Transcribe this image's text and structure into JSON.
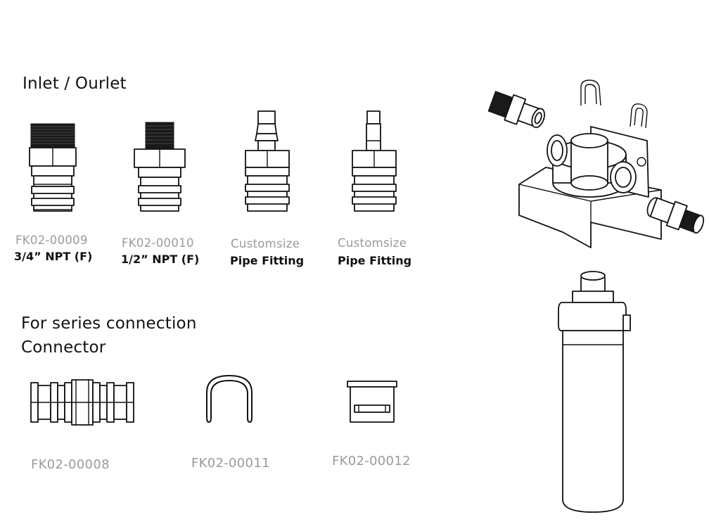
{
  "sections": {
    "inlet_outlet": {
      "title": "Inlet / Ourlet"
    },
    "series": {
      "title_line1": "For series connection",
      "title_line2": "Connector"
    }
  },
  "parts": {
    "p1": {
      "code": "FK02-00009",
      "desc": "3/4” NPT (F)"
    },
    "p2": {
      "code": "FK02-00010",
      "desc": "1/2” NPT (F)"
    },
    "p3": {
      "code": "Customsize",
      "desc": "Pipe Fitting"
    },
    "p4": {
      "code": "Customsize",
      "desc": "Pipe Fitting"
    },
    "c1": {
      "code": "FK02-00008"
    },
    "c2": {
      "code": "FK02-00011"
    },
    "c3": {
      "code": "FK02-00012"
    }
  },
  "colors": {
    "line": "#111111",
    "code_text": "#9a9a9a",
    "background": "#ffffff"
  }
}
